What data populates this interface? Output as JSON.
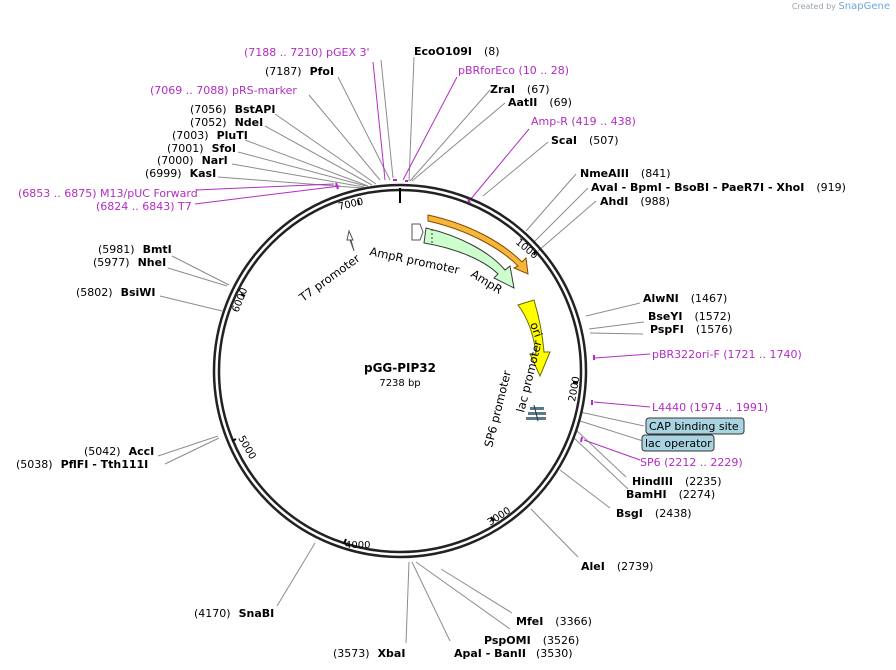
{
  "brand": {
    "created_by": "Created by",
    "name": "SnapGene"
  },
  "plasmid": {
    "name": "pGG-PIP32",
    "length": "7238 bp"
  },
  "colors": {
    "primer": "#b32cc4",
    "leader": "#8c8c8c",
    "ampr": "#ccffcc",
    "ori": "#ffff00",
    "misc_box": "#a8d3e0"
  },
  "ticks": [
    "1000",
    "2000",
    "3000",
    "4000",
    "5000",
    "6000",
    "7000"
  ],
  "labels": {
    "pgex": {
      "text": "(7188 .. 7210)  pGEX 3'"
    },
    "pfoi": {
      "pos": "(7187)",
      "name": "PfoI"
    },
    "rsmarker": {
      "text": "(7069 .. 7088)  pRS-marker"
    },
    "bstapi": {
      "pos": "(7056)",
      "name": "BstAPI"
    },
    "ndei": {
      "pos": "(7052)",
      "name": "NdeI"
    },
    "pluti": {
      "pos": "(7003)",
      "name": "PluTI"
    },
    "sfoi": {
      "pos": "(7001)",
      "name": "SfoI"
    },
    "nari": {
      "pos": "(7000)",
      "name": "NarI"
    },
    "kasi": {
      "pos": "(6999)",
      "name": "KasI"
    },
    "m13puc": {
      "text": "(6853 .. 6875)  M13/pUC Forward"
    },
    "t7p": {
      "text": "(6824 .. 6843)  T7"
    },
    "bmti": {
      "pos": "(5981)",
      "name": "BmtI"
    },
    "nhei": {
      "pos": "(5977)",
      "name": "NheI"
    },
    "bsiwi": {
      "pos": "(5802)",
      "name": "BsiWI"
    },
    "acci": {
      "pos": "(5042)",
      "name": "AccI"
    },
    "pflfi": {
      "pos": "(5038)",
      "name": "PflFI  - Tth111I"
    },
    "snabi": {
      "pos": "(4170)",
      "name": "SnaBI"
    },
    "xbai": {
      "pos": "(3573)",
      "name": "XbaI"
    },
    "apai": {
      "name": "ApaI  - BanII",
      "pos": "(3530)"
    },
    "pspomi": {
      "name": "PspOMI",
      "pos": "(3526)"
    },
    "mfei": {
      "name": "MfeI",
      "pos": "(3366)"
    },
    "alei": {
      "name": "AleI",
      "pos": "(2739)"
    },
    "bsgi": {
      "name": "BsgI",
      "pos": "(2438)"
    },
    "bamhi": {
      "name": "BamHI",
      "pos": "(2274)"
    },
    "hindiii": {
      "name": "HindIII",
      "pos": "(2235)"
    },
    "sp6p": {
      "text": "SP6    (2212 .. 2229)"
    },
    "lacop": {
      "text": "lac operator"
    },
    "cap": {
      "text": "CAP binding site"
    },
    "l4440": {
      "text": "L4440    (1974 .. 1991)"
    },
    "pbr322": {
      "text": "pBR322ori-F    (1721 .. 1740)"
    },
    "pspfi": {
      "name": "PspFI",
      "pos": "(1576)"
    },
    "bseyi": {
      "name": "BseYI",
      "pos": "(1572)"
    },
    "alwni": {
      "name": "AlwNI",
      "pos": "(1467)"
    },
    "ahdi": {
      "name": "AhdI",
      "pos": "(988)"
    },
    "avai": {
      "name": "AvaI  - BpmI  - BsoBI  - PaeR7I  - XhoI",
      "pos": "(919)"
    },
    "nmeaiii": {
      "name": "NmeAIII",
      "pos": "(841)"
    },
    "scai": {
      "name": "ScaI",
      "pos": "(507)"
    },
    "ampr_primer": {
      "text": "Amp-R    (419 .. 438)"
    },
    "aatii": {
      "name": "AatII",
      "pos": "(69)"
    },
    "zrai": {
      "name": "ZraI",
      "pos": "(67)"
    },
    "pbrforeco": {
      "text": "pBRforEco    (10 .. 28)"
    },
    "eco0109i": {
      "name": "EcoO109I",
      "pos": "(8)"
    }
  },
  "features": {
    "t7_promoter": "T7 promoter",
    "ampr_promoter": "AmpR promoter",
    "ampr": "AmpR",
    "ori": "ori",
    "lac_promoter": "lac promoter",
    "sp6_promoter": "SP6 promoter"
  }
}
